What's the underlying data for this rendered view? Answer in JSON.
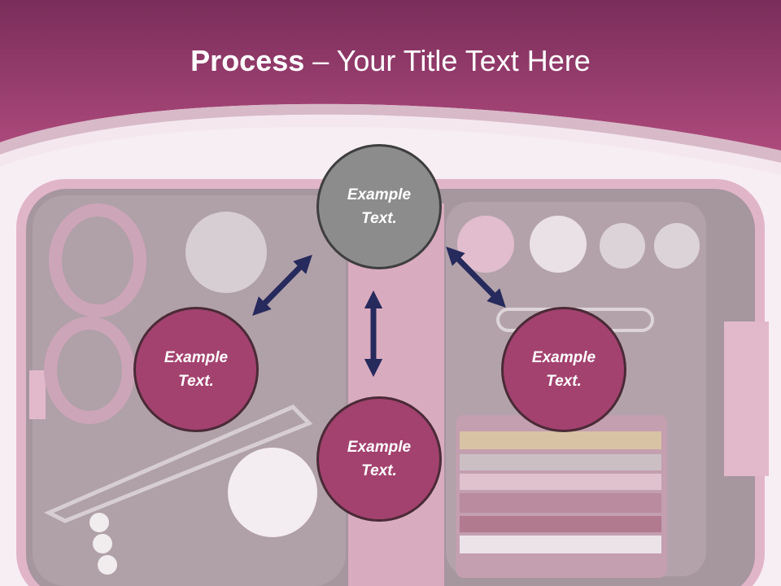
{
  "title": {
    "bold": "Process",
    "rest": " – Your Title Text Here"
  },
  "nodes": {
    "top": "Example\nText.",
    "left": "Example\nText.",
    "right": "Example\nText.",
    "bottom": "Example\nText."
  },
  "colors": {
    "header": "#9a3a6c",
    "node_fill": "#a3426f",
    "node_gray": "#8c8c8c",
    "arrow": "#262a5c"
  }
}
